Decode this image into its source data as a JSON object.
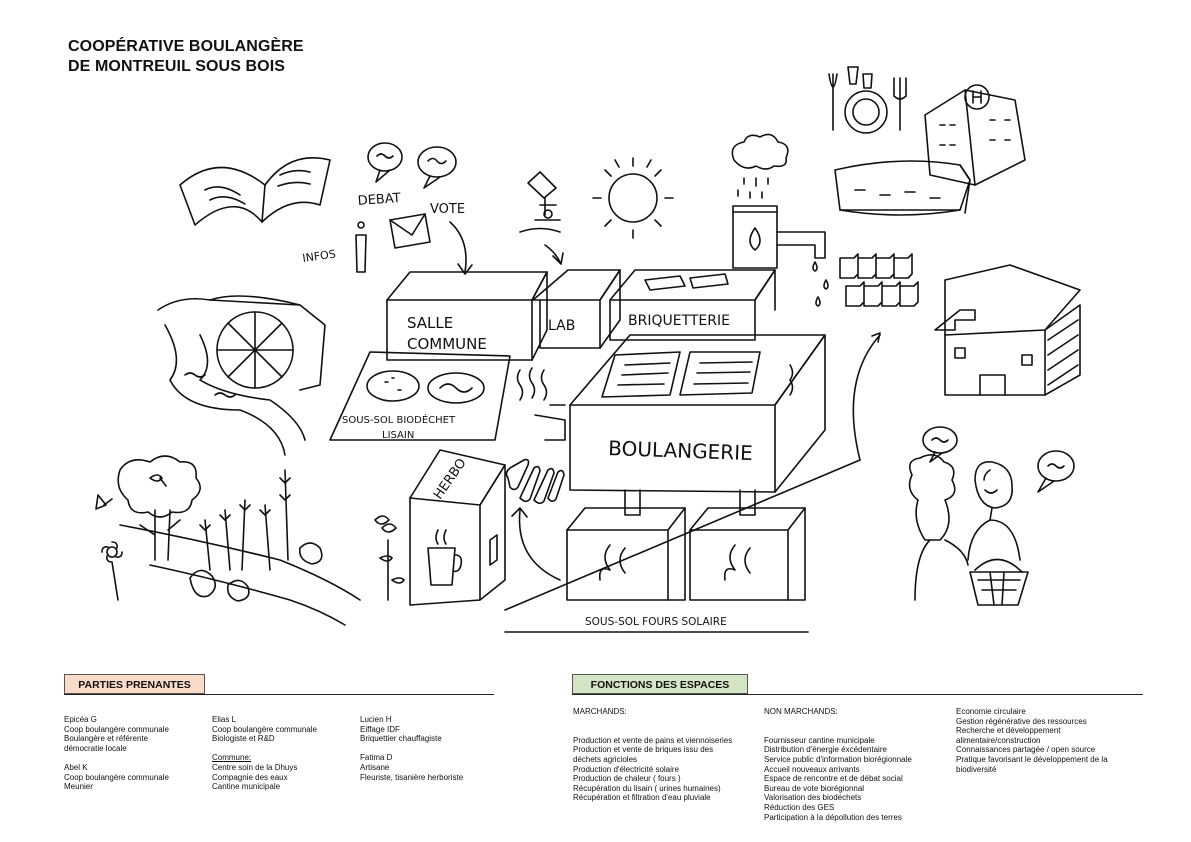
{
  "title": {
    "line1": "COOPÉRATIVE BOULANGÈRE",
    "line2": "DE MONTREUIL SOUS BOIS"
  },
  "illustration": {
    "labels": {
      "debat": "DEBAT",
      "vote": "VOTE",
      "infos": "INFOS",
      "salle_commune_1": "SALLE",
      "salle_commune_2": "COMMUNE",
      "lab": "LAB",
      "briquetterie": "BRIQUETTERIE",
      "boulangerie": "BOULANGERIE",
      "sous_sol_biodechet_1": "SOUS-SOL BIODÉCHET",
      "sous_sol_biodechet_2": "LISAIN",
      "herbo": "HERBO",
      "sous_sol_fours": "SOUS-SOL FOURS SOLAIRE"
    },
    "icons": [
      "book-icon",
      "speech-bubble-icon",
      "envelope-icon",
      "info-icon",
      "microscope-icon",
      "sun-icon",
      "cloud-icon",
      "rain-icon",
      "bottle-icon",
      "cutlery-plate-icon",
      "hospital-building-icon",
      "warehouse-icon",
      "bricks-icon",
      "brick-building-icon",
      "water-wheel-icon",
      "river-icon",
      "tree-icon",
      "bird-icon",
      "flower-icon",
      "wheat-icon",
      "herb-shop-icon",
      "tea-cup-icon",
      "baguette-icon",
      "flame-icon",
      "person-icon",
      "basket-icon"
    ]
  },
  "stakeholders": {
    "tag": "PARTIES PRENANTES",
    "tag_color": "#f9dcc8",
    "col1": [
      "Epicéa G",
      "Coop boulangère communale",
      "Boulangère et référente",
      "démocratie locale",
      "",
      "Abel K",
      "Coop boulangère communale",
      "Meunier"
    ],
    "col2": [
      "Elias L",
      "Coop boulangère communale",
      "Biologiste et R&D",
      "",
      "Commune:",
      "Centre soin de la Dhuys",
      "Compagnie des eaux",
      "Cantine municipale"
    ],
    "col3": [
      "Lucien H",
      "Eiffage IDF",
      "Briquettier chauffagiste",
      "",
      "Fatima D",
      "Artisane",
      "Fleuriste, tisanière herboriste"
    ]
  },
  "functions": {
    "tag": "FONCTIONS DES ESPACES",
    "tag_color": "#d4e5c3",
    "col1": [
      "MARCHANDS:",
      "",
      "",
      "Production et vente de pains et viennoiseries",
      "Production et vente  de briques issu des",
      "déchets agricioles",
      "Production d'électricité solaire",
      "Production de chaleur ( fours )",
      "Récupération du lisain ( urines humaines)",
      "Récupération et filtration d'eau pluviale"
    ],
    "col2": [
      "NON MARCHANDS:",
      "",
      "",
      "Fournisseur cantine municipale",
      "Distribution d'énergie éxcédentaire",
      "Service public d'information biorégionnale",
      "Accueil nouveaux arrivants",
      "Espace de rencontre et de débat social",
      "Bureau de vote biorégionnal",
      "Valorisation des biodéchets",
      "Réduction des GES",
      "Participation à la dépollution des terres"
    ],
    "col3": [
      "Economie circulaire",
      "Gestion régénérative des ressources",
      "Recherche et développement",
      "alimentaire/construction",
      "Connaissances partagée / open source",
      "Pratique favorisant le développement de la",
      "biodiversité"
    ]
  }
}
